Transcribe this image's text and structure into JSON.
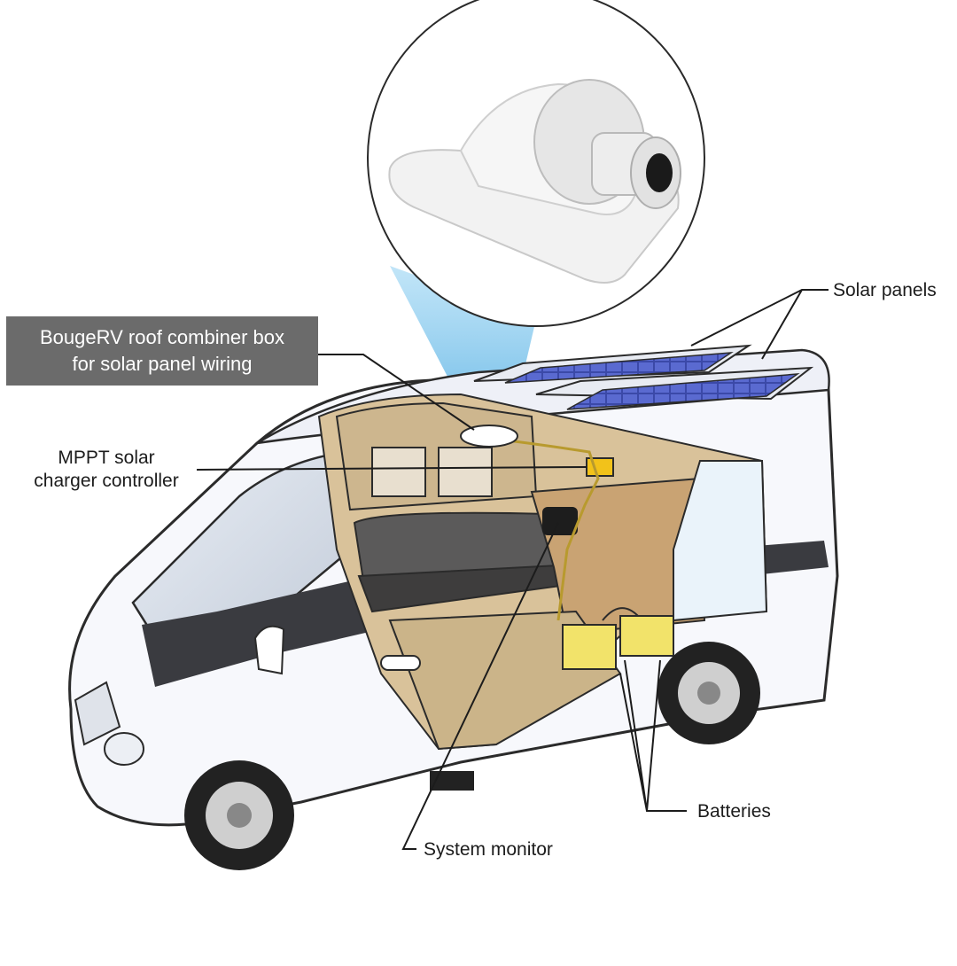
{
  "labels": {
    "combiner_box": [
      "BougeRV roof combiner box",
      "for solar panel wiring"
    ],
    "mppt": [
      "MPPT solar",
      "charger controller"
    ],
    "solar_panels": "Solar panels",
    "batteries": "Batteries",
    "system_monitor": "System monitor"
  },
  "colors": {
    "callout_box": "#6b6b6b",
    "van_body": "#f7f8fc",
    "stripe": "#3a3b40",
    "interior_wood": "#d9c29a",
    "battery": "#f2e36a",
    "panel_cells": "#3b49a8",
    "highlight_beam": "#5ab6e6"
  }
}
